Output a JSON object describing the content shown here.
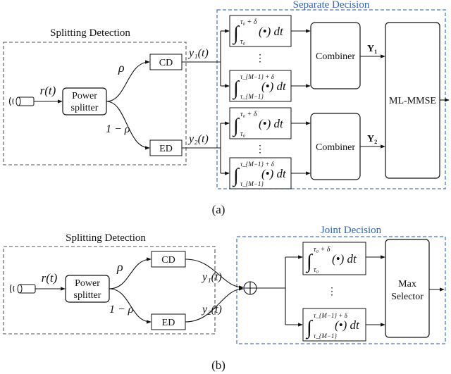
{
  "panel_a": {
    "caption": "(a)",
    "split_title": "Splitting Detection",
    "decision_title": "Separate Decision",
    "input_label": "r(t)",
    "splitter_line1": "Power",
    "splitter_line2": "splitter",
    "rho": "ρ",
    "one_minus_rho": "1 − ρ",
    "cd": "CD",
    "ed": "ED",
    "y1": "y₁(t)",
    "y2": "y₂(t)",
    "int_top_upper": "τ₀ + δ",
    "int_top_lower": "τ₀",
    "int_bot_upper": "τ_{M−1} + δ",
    "int_bot_lower": "τ_{M−1}",
    "integrand": "(•) dt",
    "dots": "⋮",
    "combiner": "Combiner",
    "Y1": "Y₁",
    "Y2": "Y₂",
    "mlmmse": "ML-MMSE"
  },
  "panel_b": {
    "caption": "(b)",
    "split_title": "Splitting Detection",
    "decision_title": "Joint Decision",
    "input_label": "r(t)",
    "splitter_line1": "Power",
    "splitter_line2": "splitter",
    "rho": "ρ",
    "one_minus_rho": "1 − ρ",
    "cd": "CD",
    "ed": "ED",
    "y1": "y₁(t)",
    "y2": "y₂(t)",
    "int_top_upper": "τ₀ + δ",
    "int_top_lower": "τ₀",
    "int_bot_upper": "τ_{M−1} + δ",
    "int_bot_lower": "τ_{M−1}",
    "integrand": "(•) dt",
    "dots": "⋮",
    "selector_line1": "Max",
    "selector_line2": "Selector"
  },
  "colors": {
    "blue_frame": "#4a78c9",
    "blue_text": "#3565b5",
    "gray_frame": "#555555"
  }
}
